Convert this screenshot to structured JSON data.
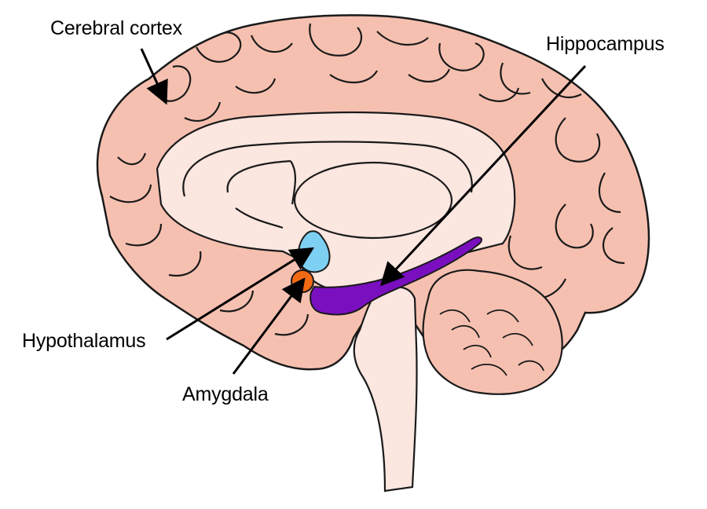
{
  "labels": {
    "cerebral_cortex": "Cerebral cortex",
    "hippocampus": "Hippocampus",
    "hypothalamus": "Hypothalamus",
    "amygdala": "Amygdala"
  },
  "colors": {
    "cortex_fill": "#f6c0b0",
    "inner_fill": "#fbe6e0",
    "outline": "#1a1a1a",
    "hippocampus": "#7a0fc0",
    "hypothalamus": "#7ed0f2",
    "amygdala": "#f26a14",
    "label_text": "#000000"
  }
}
